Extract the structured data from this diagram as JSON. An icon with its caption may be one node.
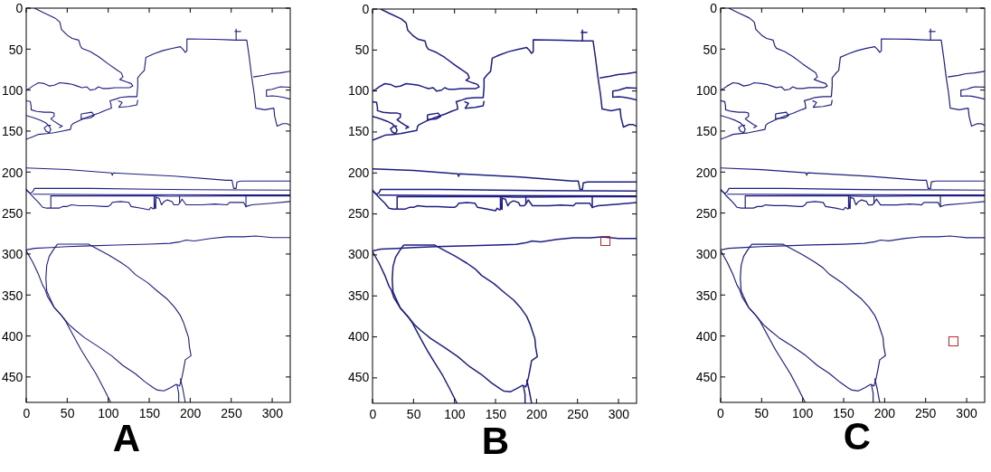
{
  "diagram": {
    "labels": [
      "0",
      "50",
      "100",
      "150",
      "200",
      "250",
      "300",
      "350",
      "400",
      "450",
      "0",
      "50",
      "100",
      "150",
      "200",
      "250",
      "300",
      "A",
      "0",
      "50",
      "100",
      "150",
      "200",
      "250",
      "300",
      "350",
      "400",
      "450",
      "0",
      "50",
      "100",
      "150",
      "200",
      "250",
      "300",
      "B",
      "0",
      "50",
      "100",
      "150",
      "200",
      "250",
      "300",
      "350",
      "400",
      "450",
      "0",
      "50",
      "100",
      "150",
      "200",
      "250",
      "300",
      "C"
    ]
  }
}
